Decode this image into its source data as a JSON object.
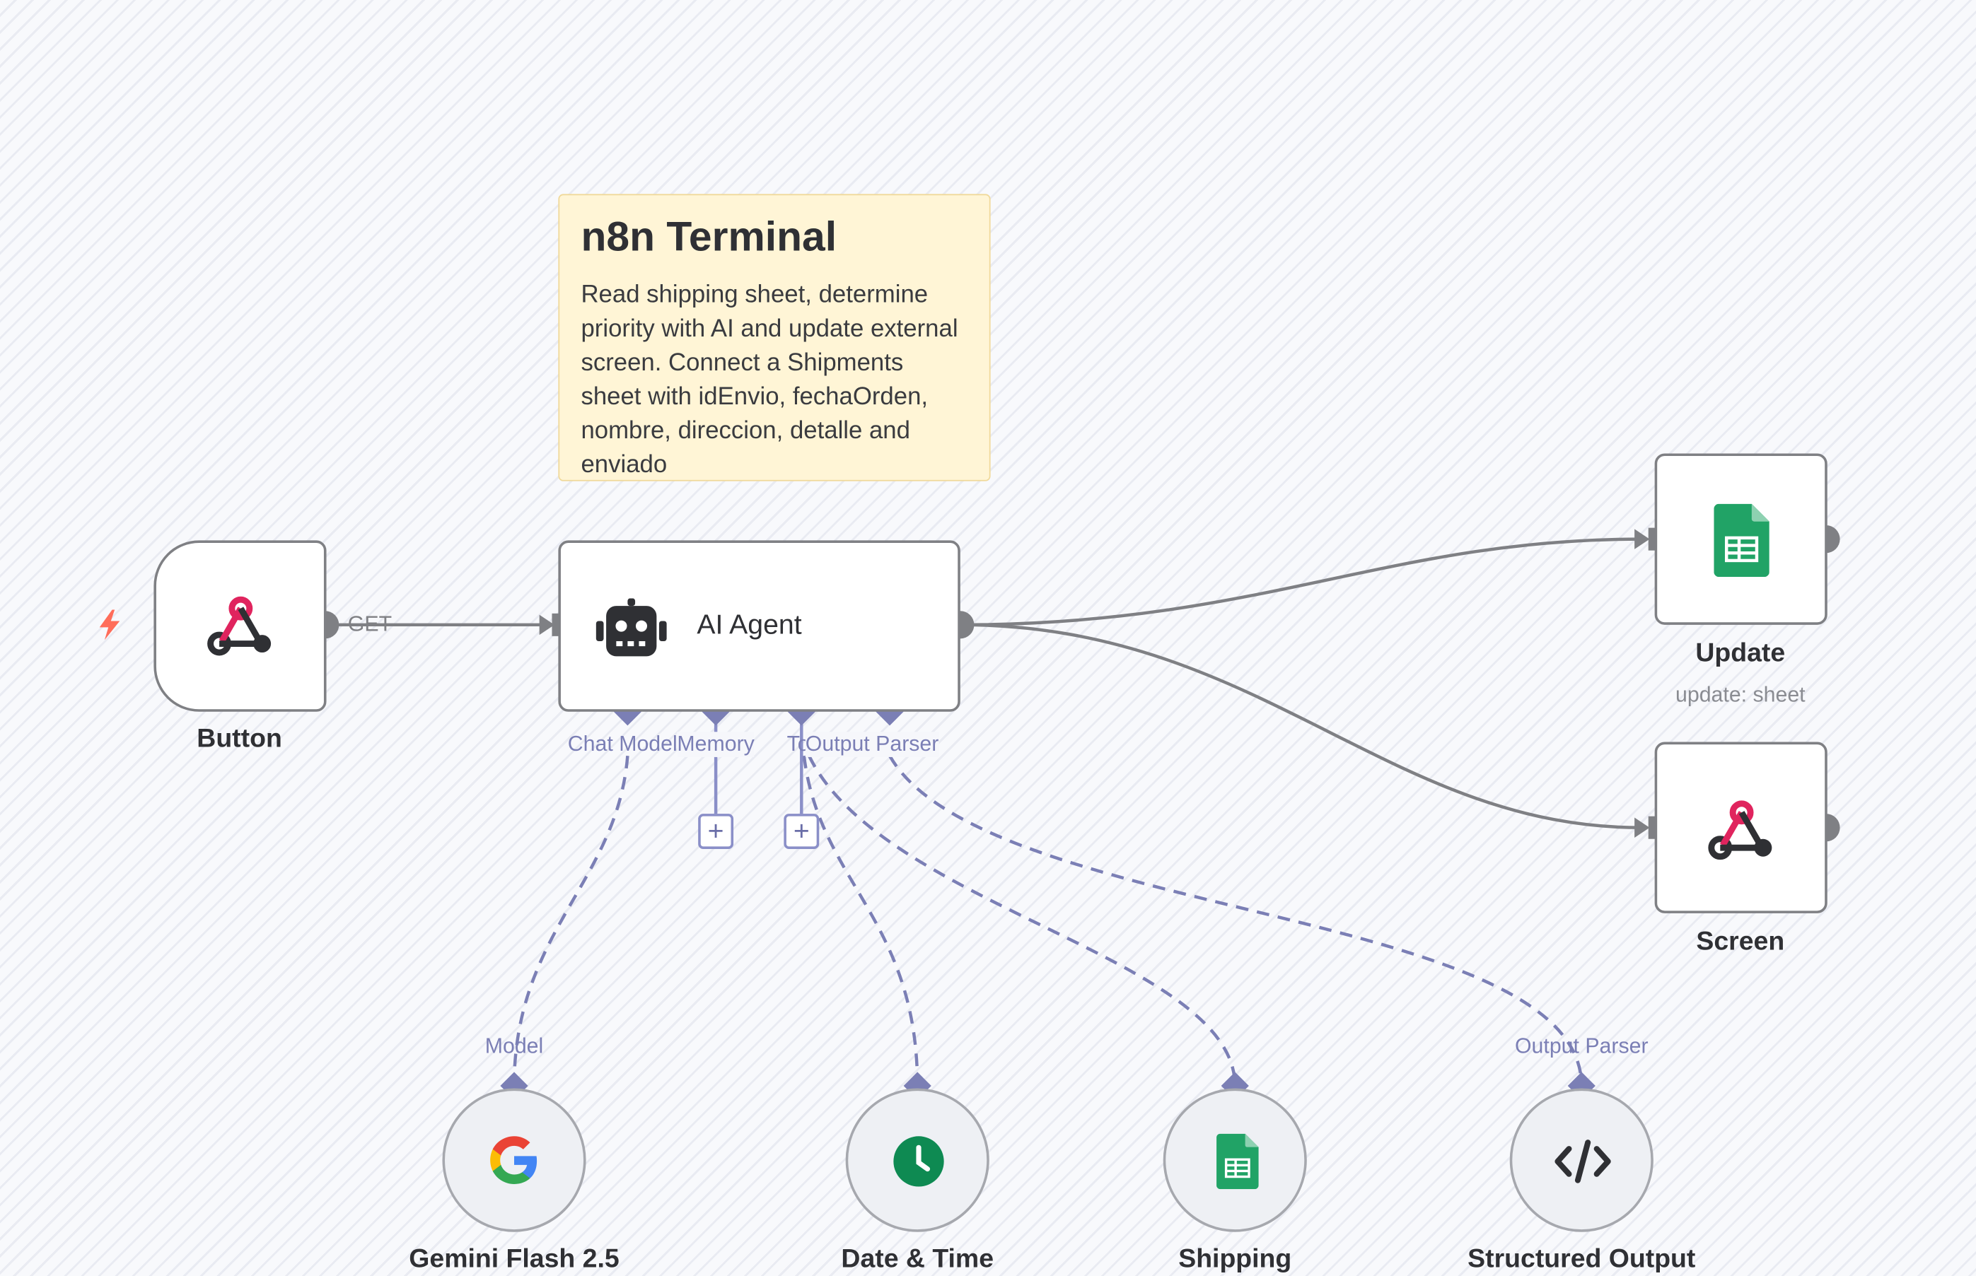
{
  "sticky": {
    "title": "n8n Terminal",
    "body": "Read shipping sheet, determine priority with AI and update external screen. Connect a Shipments sheet with idEnvio, fechaOrden, nombre, direccion, detalle and enviado"
  },
  "nodes": {
    "button": {
      "label": "Button",
      "icon": "webhook-icon"
    },
    "agent": {
      "label": "AI Agent",
      "icon": "robot-icon",
      "ports": {
        "chat_model": "Chat Model",
        "memory": "Memory",
        "tool": "Tool",
        "output_parser": "Output Parser"
      }
    },
    "update": {
      "label": "Update",
      "sublabel": "update: sheet",
      "icon": "google-sheets-icon"
    },
    "screen": {
      "label": "Screen",
      "icon": "webhook-icon"
    },
    "gemini": {
      "label": "Gemini Flash 2.5",
      "port": "Model",
      "icon": "google-icon"
    },
    "datetime": {
      "label": "Date & Time",
      "icon": "clock-icon"
    },
    "shipping": {
      "label": "Shipping",
      "icon": "google-sheets-icon"
    },
    "structured": {
      "label": "Structured Output",
      "port": "Output Parser",
      "icon": "code-icon"
    }
  },
  "connections": {
    "button_to_agent": "GET"
  },
  "colors": {
    "sheets_green": "#21a366",
    "webhook_pink": "#e0245e",
    "port_purple": "#7b7fb5",
    "edge_gray": "#7f8084",
    "sticky_yellow": "#fff5d6",
    "trigger_orange": "#ff6d5a"
  }
}
